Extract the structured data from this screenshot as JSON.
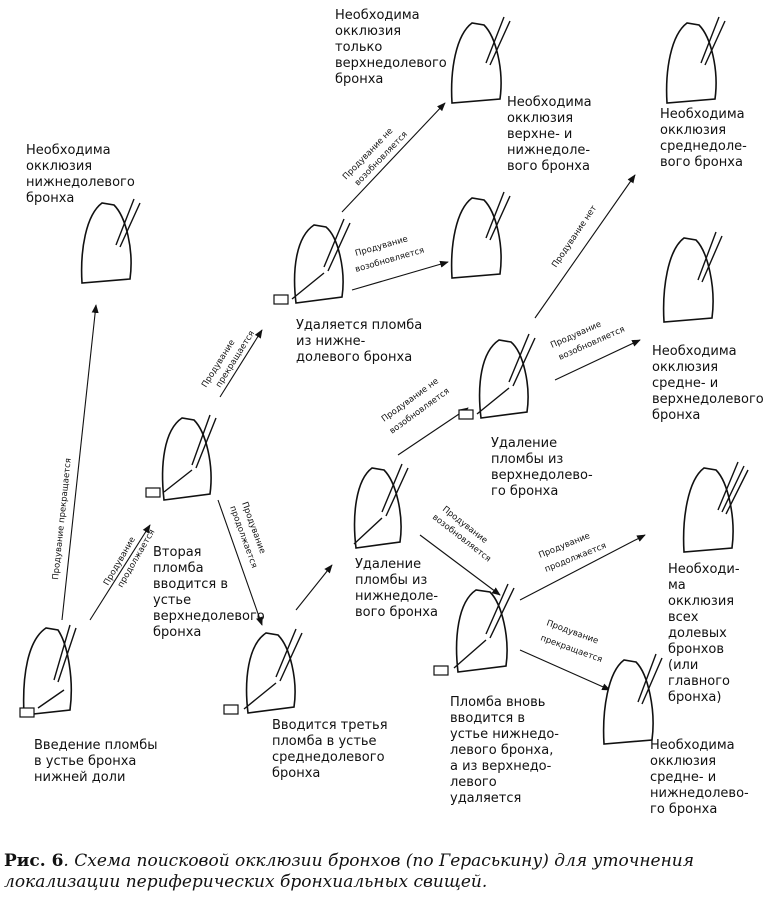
{
  "steps": {
    "s1": "Введение пломбы\nв устье бронха\nнижней доли",
    "s2": "Вторая\nпломба\nвводится в\nустье\nверхнедолевого\nбронха",
    "s3": "Удаляется пломба\nиз нижне-\nдолевого бронха",
    "s4": "Вводится третья\nпломба в устье\nсреднедолевого\nбронха",
    "s5": "Удаление\nпломбы из\nнижнедоле-\nвого бронха",
    "s6": "Удаление\nпломбы из\nверхнедолево-\nго бронха",
    "s7": "Пломба вновь\nвводится в\nустье нижнедо-\nлевого бронха,\nа из верхнедо-\nлевого\nудаляется"
  },
  "outcomes": {
    "o1": "Необходима\nокклюзия\nнижнедолевого\nбронха",
    "o2": "Необходима\nокклюзия\nтолько\nверхнедолевого\nбронха",
    "o3": "Необходима\nокклюзия\nверхне- и\nнижнедоле-\nвого бронха",
    "o4": "Необходима\nокклюзия\nсреднедоле-\nвого бронха",
    "o5": "Необходима\nокклюзия\nсредне- и\nверхнедолевого\nбронха",
    "o6": "Необходи-\nма\nокклюзия\nвсех\nдолевых\nбронхов\n(или\nглавного\nбронха)",
    "o7": "Необходима\nокклюзия\nсредне- и\nнижнедолево-\nго бронха"
  },
  "arrows": {
    "a1": "Продувание прекращается",
    "a2a": "Продувание",
    "a2b": "продолжается",
    "a3a": "Продувание",
    "a3b": "прекращается",
    "a4a": "Продувание",
    "a4b": "продолжается",
    "a5a": "Продувание не",
    "a5b": "возобновляется",
    "a6a": "Продувание",
    "a6b": "возобновляется",
    "a7a": "Продувание не",
    "a7b": "возобновляется",
    "a8": "Продувание нет",
    "a9a": "Продувание",
    "a9b": "возобновляется",
    "a10a": "Продувание",
    "a10b": "возобновляется",
    "a11a": "Продувание",
    "a11b": "продолжается",
    "a12a": "Продувание",
    "a12b": "прекращается"
  },
  "caption": {
    "figure": "Рис. 6",
    "text": ". Схема поисковой окклюзии бронхов (по Гераськину) для уточнения локализации периферических бронхиальных свищей."
  }
}
